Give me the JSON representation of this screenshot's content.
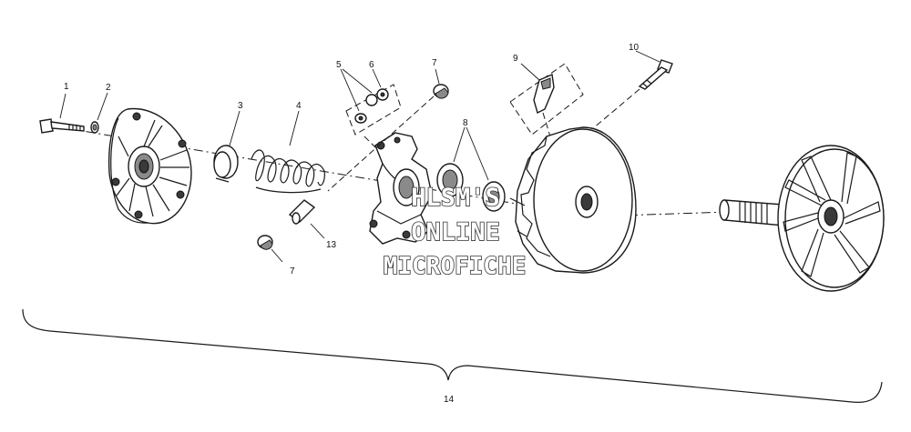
{
  "callouts": {
    "c1": "1",
    "c2": "2",
    "c3": "3",
    "c4": "4",
    "c5": "5",
    "c6": "6",
    "c7a": "7",
    "c7b": "7",
    "c8": "8",
    "c9": "9",
    "c10": "10",
    "c13": "13",
    "c14": "14"
  },
  "watermark": {
    "line1": "HLSM'S",
    "line2": "ONLINE",
    "line3": "MICROFICHE"
  },
  "colors": {
    "ink": "#1a1a1a",
    "background": "#ffffff"
  }
}
